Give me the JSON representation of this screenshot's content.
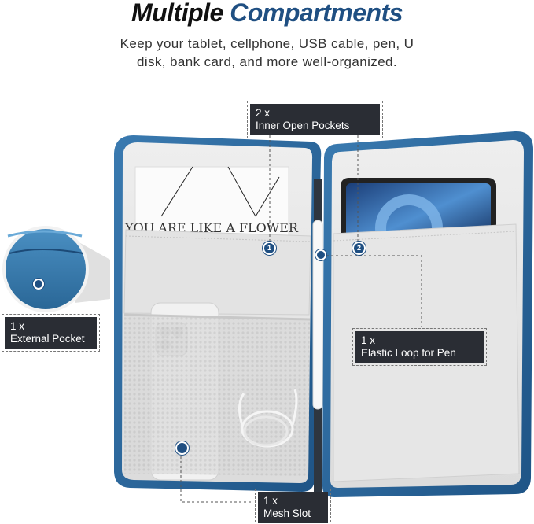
{
  "heading": {
    "word1": "Multiple",
    "word2": "Compartments"
  },
  "subtitle": {
    "line1": "Keep your tablet, cellphone, USB cable, pen, U",
    "line2": "disk, bank card, and more well-organized."
  },
  "book_text": "YOU ARE LIKE A FLOWER",
  "labels": {
    "inner_pockets": {
      "line1": "2 x",
      "line2": "Inner Open Pockets"
    },
    "external_pocket": {
      "line1": "1 x",
      "line2": "External Pocket"
    },
    "elastic_loop": {
      "line1": "1 x",
      "line2": "Elastic Loop for Pen"
    },
    "mesh_slot": {
      "line1": "1 x",
      "line2": "Mesh Slot"
    }
  },
  "markers": {
    "m1": "1",
    "m2": "2"
  },
  "colors": {
    "navy": "#1f4f82",
    "case_blue": "#2e6ca0",
    "label_bg": "#2a2d34",
    "lining": "#e4e4e4"
  }
}
